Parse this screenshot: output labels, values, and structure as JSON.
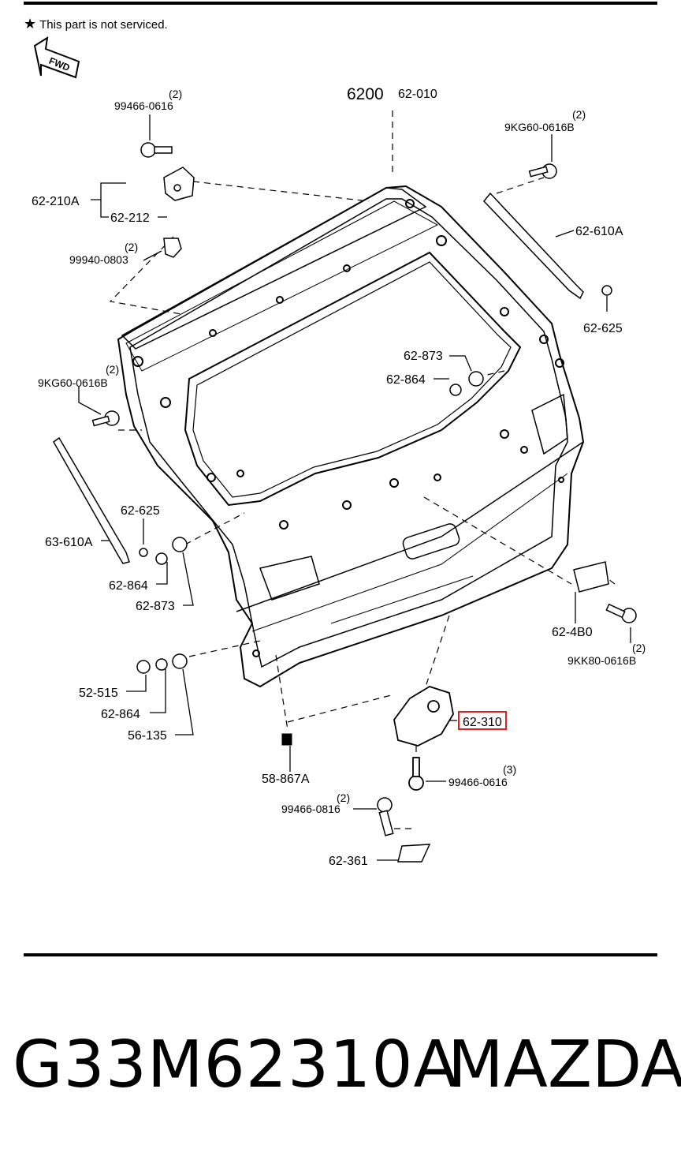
{
  "note": {
    "symbol": "★",
    "text": "This part is not serviced."
  },
  "fwd": "FWD",
  "callouts": [
    {
      "id": "c1",
      "text": "62-210A"
    },
    {
      "id": "c2",
      "text": "62-212"
    },
    {
      "id": "c3",
      "text": "99466-0616"
    },
    {
      "id": "c4",
      "text": "(2)"
    },
    {
      "id": "c5",
      "text": "99940-0803"
    },
    {
      "id": "c6",
      "text": "(2)"
    },
    {
      "id": "c7",
      "text": "6200"
    },
    {
      "id": "c8",
      "text": "62-010"
    },
    {
      "id": "c9",
      "text": "9KG60-0616B"
    },
    {
      "id": "c10",
      "text": "(2)"
    },
    {
      "id": "c11",
      "text": "62-610A"
    },
    {
      "id": "c12",
      "text": "62-625"
    },
    {
      "id": "c13",
      "text": "62-873"
    },
    {
      "id": "c14",
      "text": "62-864"
    },
    {
      "id": "c15",
      "text": "9KG60-0616B"
    },
    {
      "id": "c16",
      "text": "(2)"
    },
    {
      "id": "c17",
      "text": "62-625"
    },
    {
      "id": "c18",
      "text": "63-610A"
    },
    {
      "id": "c19",
      "text": "62-864"
    },
    {
      "id": "c20",
      "text": "62-873"
    },
    {
      "id": "c21",
      "text": "62-4B0"
    },
    {
      "id": "c22",
      "text": "9KK80-0616B"
    },
    {
      "id": "c23",
      "text": "(2)"
    },
    {
      "id": "c24",
      "text": "52-515"
    },
    {
      "id": "c25",
      "text": "62-864"
    },
    {
      "id": "c26",
      "text": "56-135"
    },
    {
      "id": "c27",
      "text": "62-310"
    },
    {
      "id": "c28",
      "text": "58-867A"
    },
    {
      "id": "c29",
      "text": "99466-0616"
    },
    {
      "id": "c30",
      "text": "(3)"
    },
    {
      "id": "c31",
      "text": "99466-0816"
    },
    {
      "id": "c32",
      "text": "(2)"
    },
    {
      "id": "c33",
      "text": "62-361"
    }
  ],
  "highlight_color": "#e02020",
  "footer": {
    "part_number": "G33M62310A",
    "brand": "MAZDA"
  }
}
